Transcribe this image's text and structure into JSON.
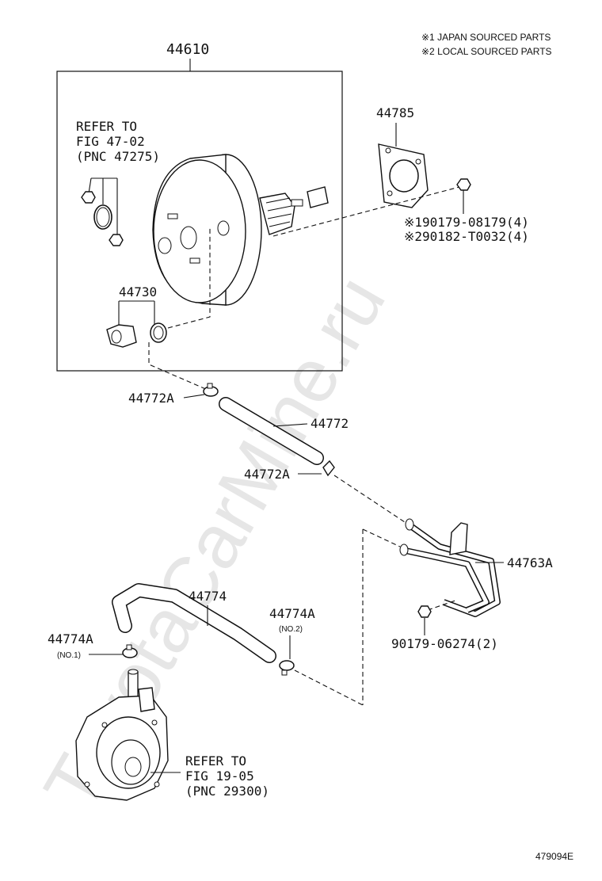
{
  "notes": {
    "note1": "※1 JAPAN SOURCED PARTS",
    "note2": "※2 LOCAL SOURCED PARTS"
  },
  "watermark": "ToyotaCarMine.ru",
  "labels": {
    "booster": "44610",
    "gasket_plate": "44785",
    "nut_jp": "※190179-08179(4)",
    "nut_local": "※290182-T0032(4)",
    "check_valve": "44730",
    "refer1_line1": "REFER TO",
    "refer1_line2": "FIG 47-02",
    "refer1_line3": "(PNC 47275)",
    "clamp_a_top": "44772A",
    "hose_top": "44772",
    "clamp_a_bottom": "44772A",
    "vacuum_pipe": "44763A",
    "pipe_nut": "90179-06274(2)",
    "hose_lower": "44774",
    "clamp_no2": "44774A",
    "clamp_no2_sub": "(NO.2)",
    "clamp_no1": "44774A",
    "clamp_no1_sub": "(NO.1)",
    "refer2_line1": "REFER TO",
    "refer2_line2": "FIG 19-05",
    "refer2_line3": "(PNC 29300)",
    "diagram_id": "479094E"
  }
}
